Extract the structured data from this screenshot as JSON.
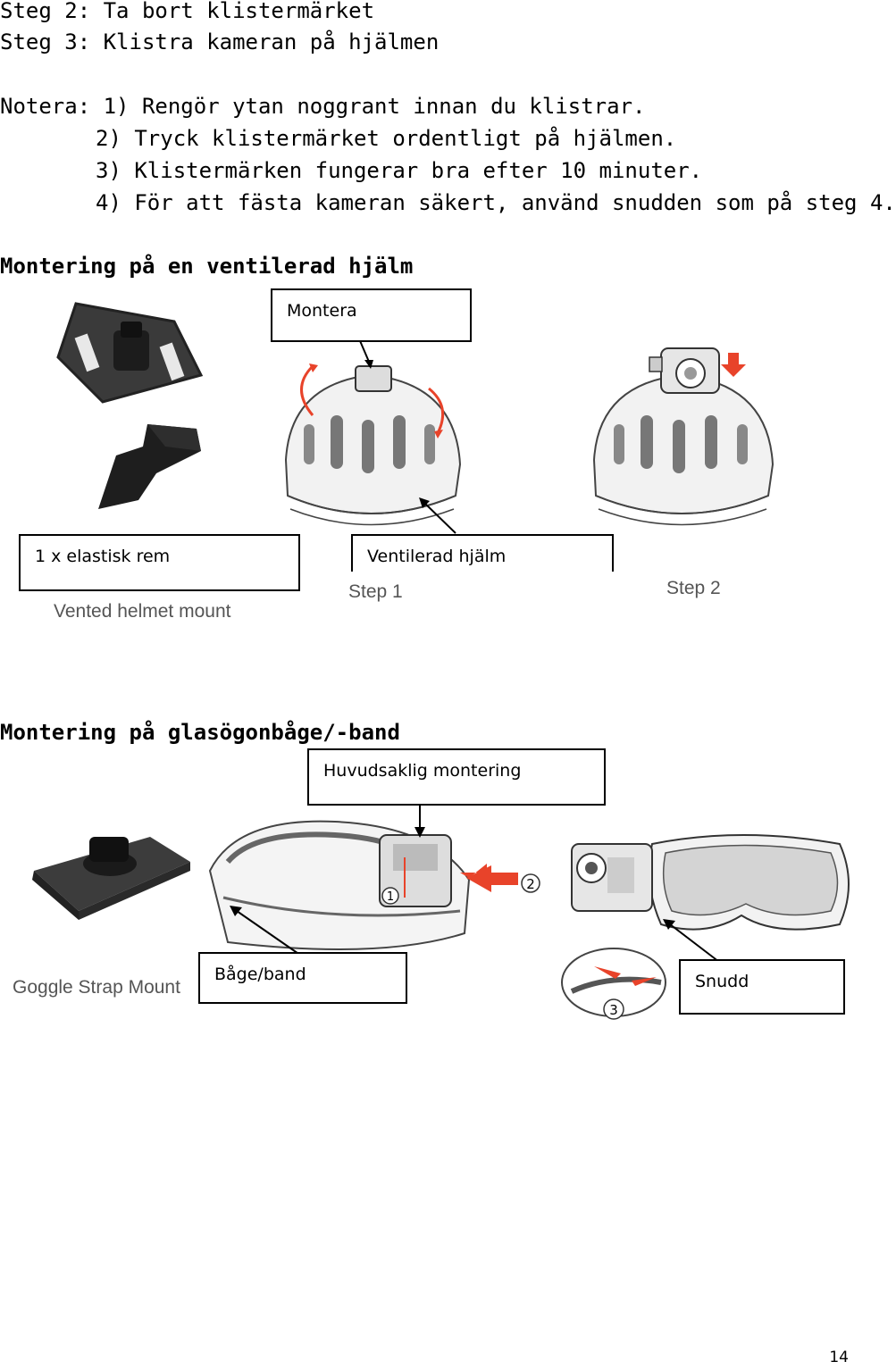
{
  "steps": {
    "step2": "Steg 2: Ta bort klistermärket",
    "step3": "Steg 3: Klistra kameran på hjälmen"
  },
  "notes": {
    "note1": "Notera: 1) Rengör ytan noggrant innan du klistrar.",
    "note2": "2) Tryck klistermärket ordentligt på hjälmen.",
    "note3": "3) Klistermärken fungerar bra efter 10 minuter.",
    "note4": "4) För att fästa kameran säkert, använd snudden som på steg 4."
  },
  "section_vented": {
    "heading": "Montering på en ventilerad hjälm",
    "label_mount": "Montera",
    "label_strap": "1 x elastisk rem",
    "label_helmet": "Ventilerad hjälm",
    "caption_mount": "Vented helmet mount",
    "caption_step1": "Step 1",
    "caption_step2": "Step 2"
  },
  "section_goggle": {
    "heading": "Montering på glasögonbåge/-band",
    "label_main": "Huvudsaklig montering",
    "label_frame": "Båge/band",
    "label_cord": "Snudd",
    "caption_mount": "Goggle Strap Mount",
    "marker1": "1",
    "marker2": "2",
    "marker3": "3"
  },
  "colors": {
    "arrow_red": "#e8432a"
  },
  "page_number": "14"
}
